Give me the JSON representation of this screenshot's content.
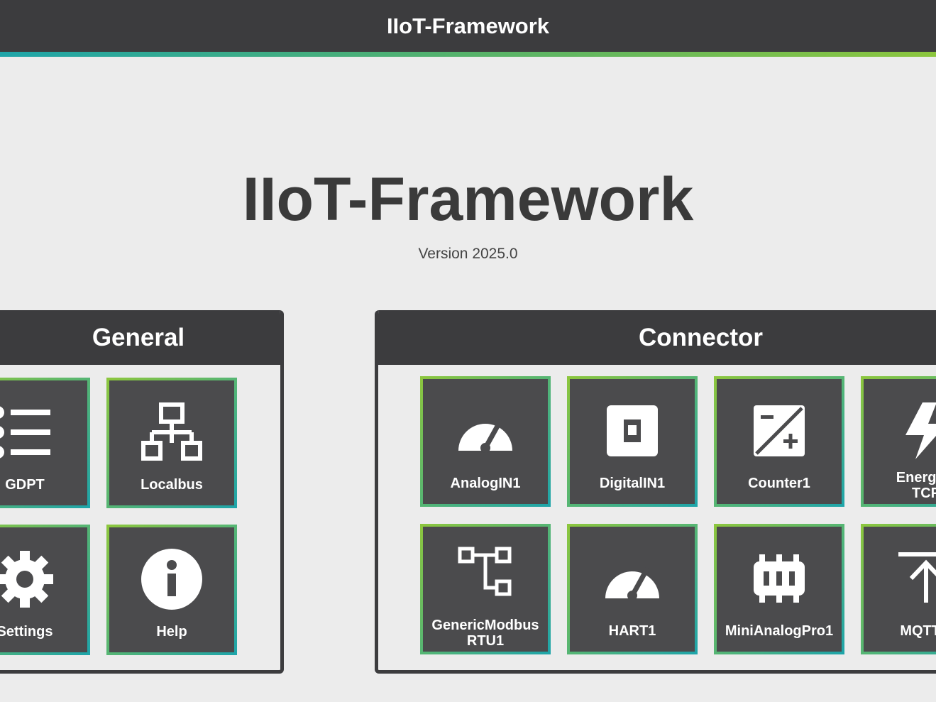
{
  "header": {
    "title": "IIoT-Framework"
  },
  "hero": {
    "title": "IIoT-Framework",
    "version": "Version 2025.0"
  },
  "panels": {
    "general": {
      "title": "General",
      "tiles": [
        {
          "label": "GDPT",
          "icon": "list-icon"
        },
        {
          "label": "Localbus",
          "icon": "network-tree-icon"
        },
        {
          "label": "Settings",
          "icon": "gear-icon"
        },
        {
          "label": "Help",
          "icon": "info-icon"
        }
      ]
    },
    "connector": {
      "title": "Connector",
      "tiles": [
        {
          "label": "AnalogIN1",
          "icon": "gauge-icon"
        },
        {
          "label": "DigitalIN1",
          "icon": "digital-input-icon"
        },
        {
          "label": "Counter1",
          "icon": "counter-icon"
        },
        {
          "label": "EnergyM",
          "label2": "TCP",
          "icon": "lightning-icon"
        },
        {
          "label": "GenericModbus",
          "label2": "RTU1",
          "icon": "modbus-tree-icon"
        },
        {
          "label": "HART1",
          "icon": "gauge-icon"
        },
        {
          "label": "MiniAnalogPro1",
          "icon": "module-icon"
        },
        {
          "label": "MQTT J",
          "icon": "upload-icon"
        }
      ]
    }
  },
  "colors": {
    "header_bg": "#3c3c3e",
    "tile_bg": "#4b4b4d",
    "accent_teal": "#1fa5a9",
    "accent_green": "#8cc63e",
    "page_bg": "#ececec"
  }
}
